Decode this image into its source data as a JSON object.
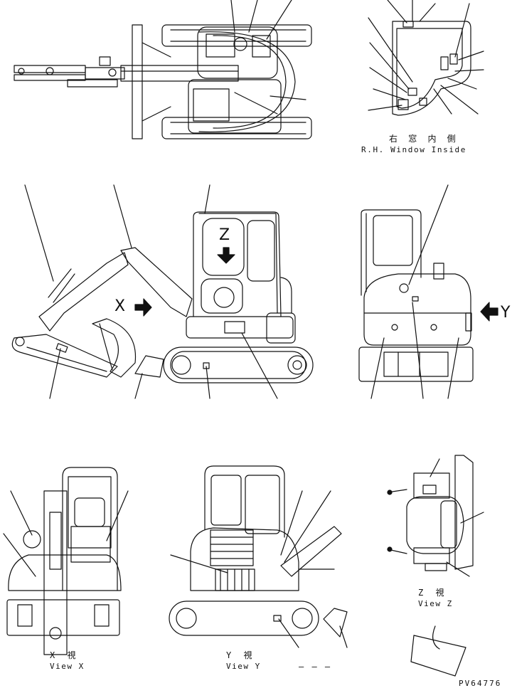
{
  "captions": {
    "rh_window_jp": "右 窓 内 側",
    "rh_window_en": "R.H. Window Inside",
    "view_z_jp": "Z  視",
    "view_z_en": "View Z",
    "view_x_jp": "X  視",
    "view_x_en": "View X",
    "view_y_jp": "Y  視",
    "view_y_en": "View Y",
    "dashes": "– –   –",
    "part_number": "PV64776"
  },
  "arrows": {
    "x": "X",
    "y": "Y",
    "z": "Z"
  }
}
